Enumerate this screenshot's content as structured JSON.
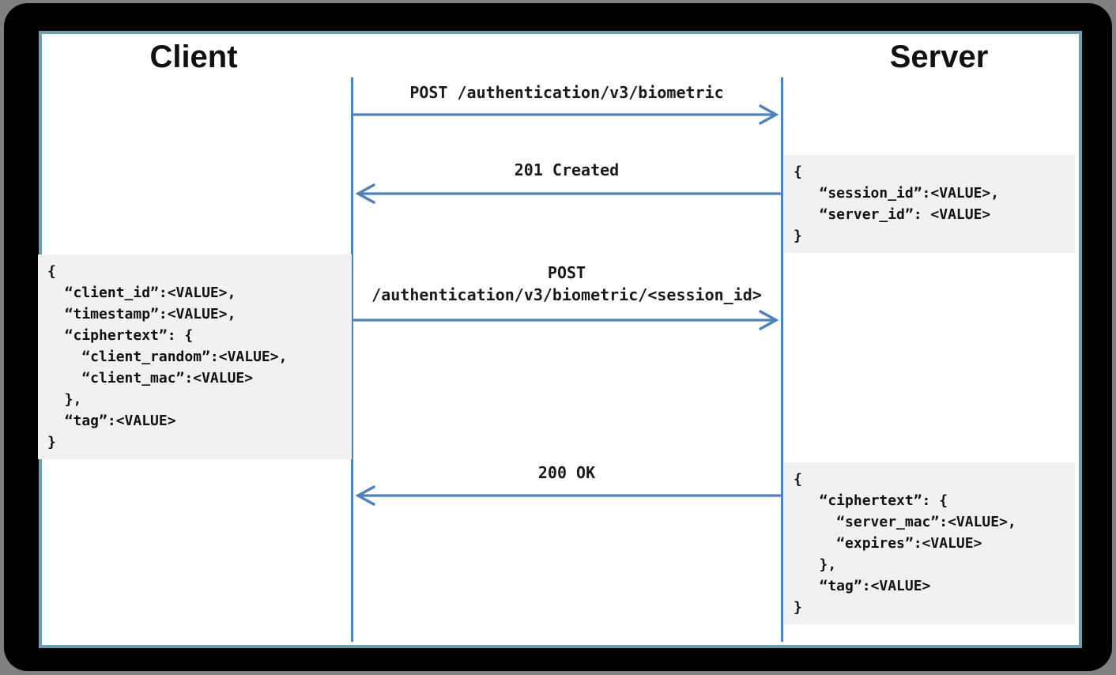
{
  "diagram": {
    "type": "sequence-diagram",
    "actors": {
      "client": {
        "label": "Client"
      },
      "server": {
        "label": "Server"
      }
    },
    "messages": [
      {
        "id": "request-create-session",
        "from": "client",
        "to": "server",
        "lines": [
          "POST /authentication/v3/biometric"
        ]
      },
      {
        "id": "response-created",
        "from": "server",
        "to": "client",
        "lines": [
          "201 Created"
        ]
      },
      {
        "id": "request-submit-biometric",
        "from": "client",
        "to": "server",
        "lines": [
          "POST",
          "/authentication/v3/biometric/<session_id>"
        ]
      },
      {
        "id": "response-ok",
        "from": "server",
        "to": "client",
        "lines": [
          "200 OK"
        ]
      }
    ],
    "payloads": {
      "server_created_body": {
        "lines": [
          "{",
          "   “session_id”:<VALUE>,",
          "   “server_id”: <VALUE>",
          "}"
        ]
      },
      "client_request_body": {
        "lines": [
          "{",
          "  “client_id”:<VALUE>,",
          "  “timestamp”:<VALUE>,",
          "  “ciphertext”: {",
          "    “client_random”:<VALUE>,",
          "    “client_mac”:<VALUE>",
          "  },",
          "  “tag”:<VALUE>",
          "}"
        ]
      },
      "server_ok_body": {
        "lines": [
          "{",
          "   “ciphertext”: {",
          "     “server_mac”:<VALUE>,",
          "     “expires”:<VALUE>",
          "   },",
          "   “tag”:<VALUE>",
          "}"
        ]
      }
    },
    "colors": {
      "page_background": "#808080",
      "outer_frame": "#000000",
      "inner_border_teal": "#6d9fae",
      "board_background": "#ffffff",
      "line_blue": "#4f81bd",
      "payload_box_background": "#f1f1f1",
      "text": "#111111"
    }
  }
}
